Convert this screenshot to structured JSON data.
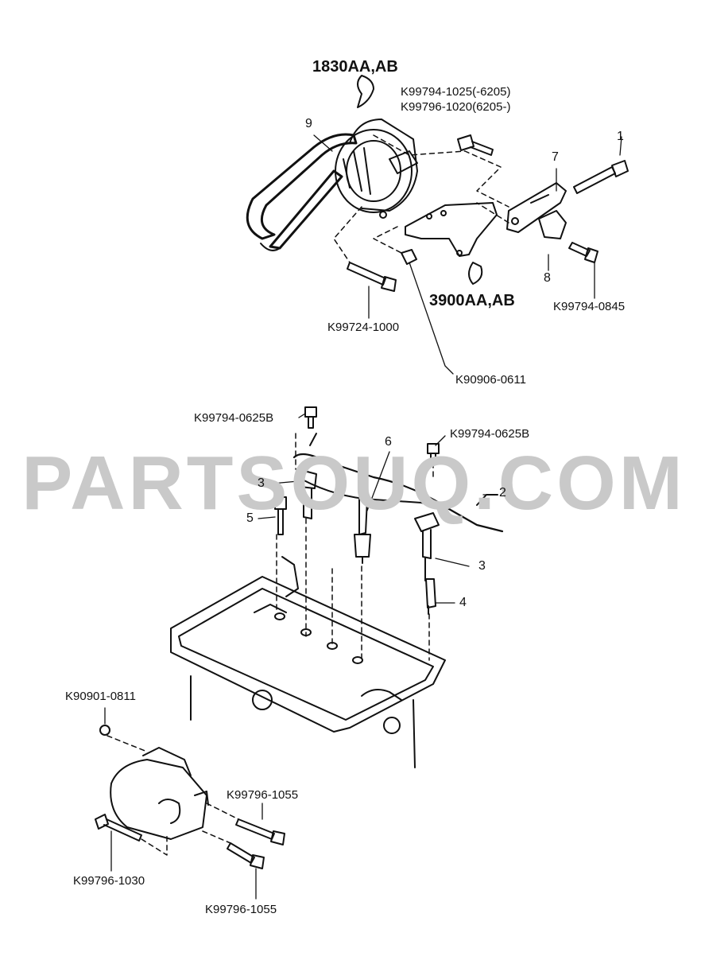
{
  "watermark": "PARTSOUQ.COM",
  "groups": {
    "top": "1830AA,AB",
    "bracket": "3900AA,AB"
  },
  "callouts": {
    "c1": "1",
    "c2": "2",
    "c3a": "3",
    "c3b": "3",
    "c4": "4",
    "c5": "5",
    "c6": "6",
    "c7": "7",
    "c8": "8",
    "c9": "9"
  },
  "part_numbers": {
    "p1": "K99794-1025(-6205)",
    "p2": "K99796-1020(6205-)",
    "p3": "K99724-1000",
    "p4": "K90906-0611",
    "p5": "K99794-0845",
    "p6": "K99794-0625B",
    "p7": "K99794-0625B",
    "p8": "K90901-0811",
    "p9": "K99796-1055",
    "p10": "K99796-1030",
    "p11": "K99796-1055"
  },
  "colors": {
    "line": "#111111",
    "watermark": "#c9c9c9",
    "background": "#ffffff"
  }
}
